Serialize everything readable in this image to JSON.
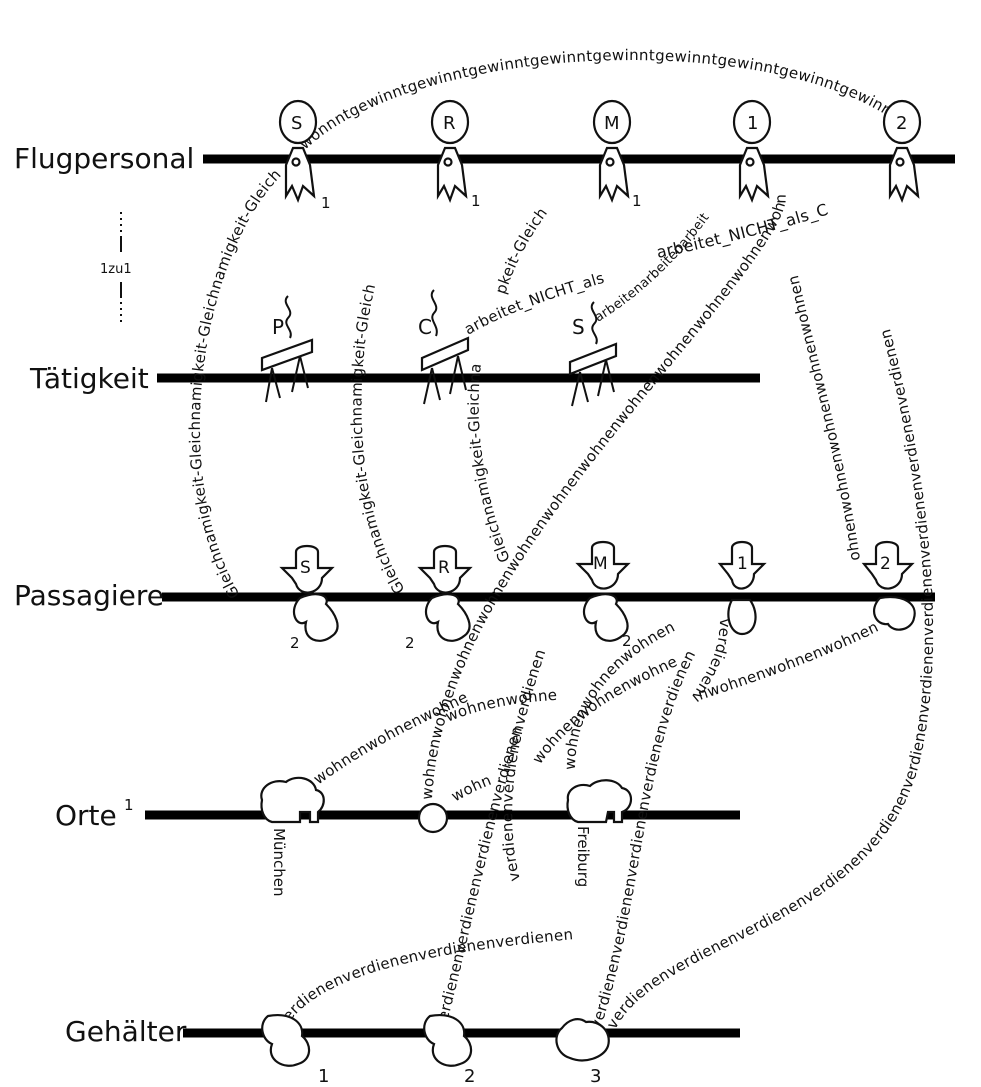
{
  "rows": {
    "flugpersonal": "Flugpersonal",
    "taetigkeit": "Tätigkeit",
    "passagiere": "Passagiere",
    "orte": "Orte",
    "orte_sup": "1",
    "gehaelter": "Gehälter"
  },
  "cardinality": "1zu1",
  "flight_crew": [
    {
      "letter": "S",
      "sub": "1"
    },
    {
      "letter": "R",
      "sub": "1"
    },
    {
      "letter": "M",
      "sub": "1"
    },
    {
      "letter": "1",
      "sub": ""
    },
    {
      "letter": "2",
      "sub": ""
    }
  ],
  "activities": [
    "P",
    "C",
    "S"
  ],
  "passengers": [
    {
      "letter": "S",
      "sub": "2"
    },
    {
      "letter": "R",
      "sub": "2"
    },
    {
      "letter": "M",
      "sub": "2"
    },
    {
      "letter": "1",
      "sub": ""
    },
    {
      "letter": "2",
      "sub": ""
    }
  ],
  "places": [
    "München",
    "Freiburg"
  ],
  "salaries": [
    "1",
    "2",
    "3"
  ],
  "relations": {
    "gewinnt": "wonnntgewinntgewinntgewinntgewinntgewinntgewinntgewinntgewinntgewinntgewinn",
    "gleich1": "Gleichnamigkeit-Gleichnamigkeit-Gleichnamigkeit-Gleich",
    "gleich2": "Gleichnamigkeit-Gleichnamigkeit-Gleich",
    "gleich3": "Gleichnamigkeit-Gleichna",
    "gleich3b": "pkeit-Gleich",
    "gleich3c": "Gleichnamigkeit",
    "nicht1": "arbeitet_NICHT_als",
    "nicht2": "arbeitet_NICHT_als_C",
    "arbeit": "arbeitenarbeitenarbeit",
    "wohnen_long": "wohnenwohnenwohnenwohnenwohnenwohnenwohnenwohnenwohnenwohnenwohnenwohn",
    "wohnen_2": "ohnenwohnenwohnenwohnenwohnen",
    "wohnen_3": "wohnenwohnenwohnen",
    "wohnen_4": "wohnenwohnenwohnen",
    "wohnen_5": "nwohnenwohnenwohnen",
    "wohnen_6": "wohnenwohne",
    "wohnen_7": "wohn",
    "wohnen_8": "wohnenwohnenwohne",
    "verdienen_long": "verdienenverdienenverdienenverdienenverdienenverdienenverdienenverdienenverdienenverdienenverdienen",
    "verdienen_2": "verdienenverdienenverdienenverdienen",
    "verdienen_3": "verdienenverdienenverdienenverdienen",
    "verdienen_4": "verdienenverdienenverdienenverdienenverdienen",
    "verdienen_5": "verdienenverdienenverdienen",
    "verdienen_6": "verdienenverdienenverdienen"
  }
}
